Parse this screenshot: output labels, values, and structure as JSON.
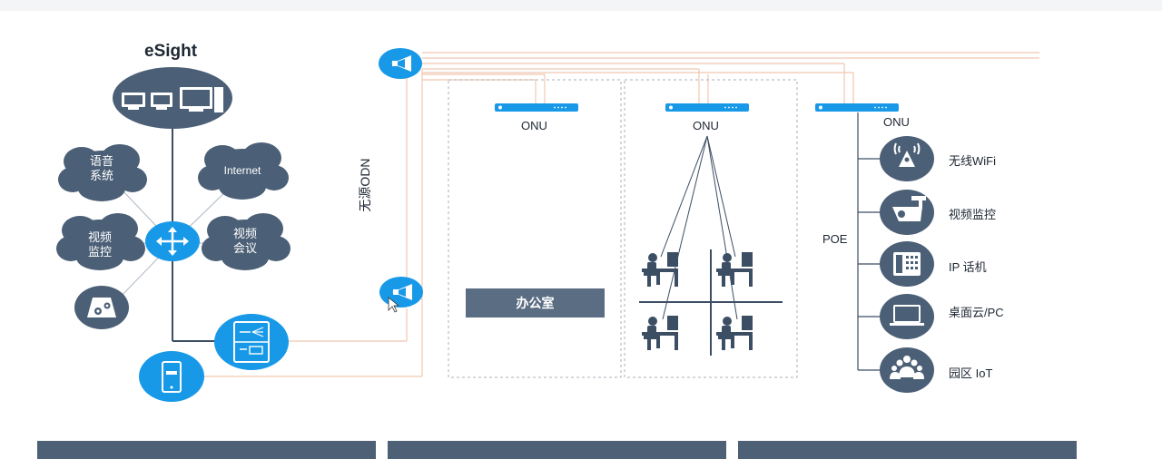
{
  "esight": {
    "title": "eSight"
  },
  "clouds": {
    "voice": "语音\n系统",
    "internet": "Internet",
    "video_monitor": "视频\n监控",
    "video_conf": "视频\n会议"
  },
  "odn": {
    "label": "无源ODN"
  },
  "onu": {
    "label1": "ONU",
    "label2": "ONU",
    "label3": "ONU"
  },
  "office": {
    "label": "办公室"
  },
  "poe": {
    "label": "POE"
  },
  "devices": [
    {
      "label": "无线WiFi",
      "icon": "wifi-ap-icon"
    },
    {
      "label": "视频监控",
      "icon": "camera-icon"
    },
    {
      "label": "IP 话机",
      "icon": "ip-phone-icon"
    },
    {
      "label": "桌面云/PC",
      "icon": "laptop-icon"
    },
    {
      "label": "园区 IoT",
      "icon": "iot-icon"
    }
  ],
  "colors": {
    "navy": "#4b5f76",
    "blue": "#1899e8",
    "fiber": "#f1c8b0",
    "dark_line": "#3c4e63"
  }
}
